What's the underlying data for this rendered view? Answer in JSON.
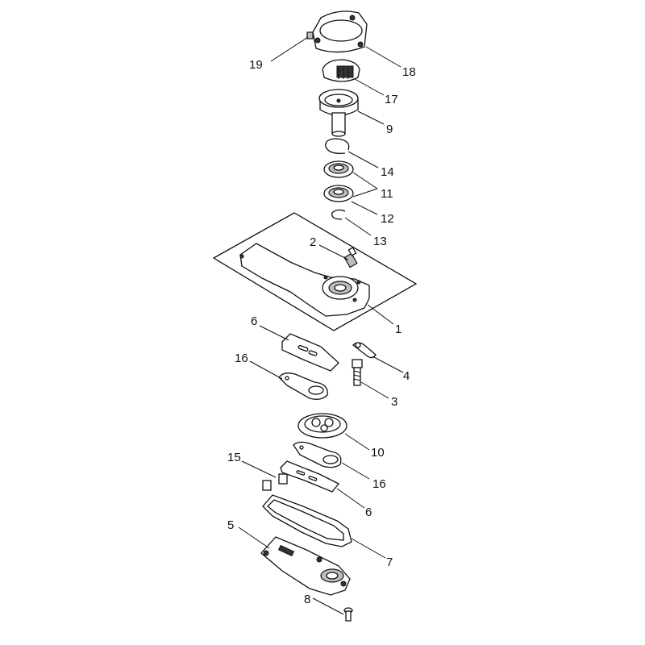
{
  "callouts": [
    "1",
    "2",
    "3",
    "4",
    "5",
    "6",
    "6",
    "7",
    "8",
    "9",
    "10",
    "11",
    "12",
    "13",
    "14",
    "15",
    "16",
    "16",
    "17",
    "18",
    "19"
  ],
  "colors": {
    "line": "#111111",
    "part_fill": "#ffffff",
    "shade": "#bdbdbd"
  }
}
